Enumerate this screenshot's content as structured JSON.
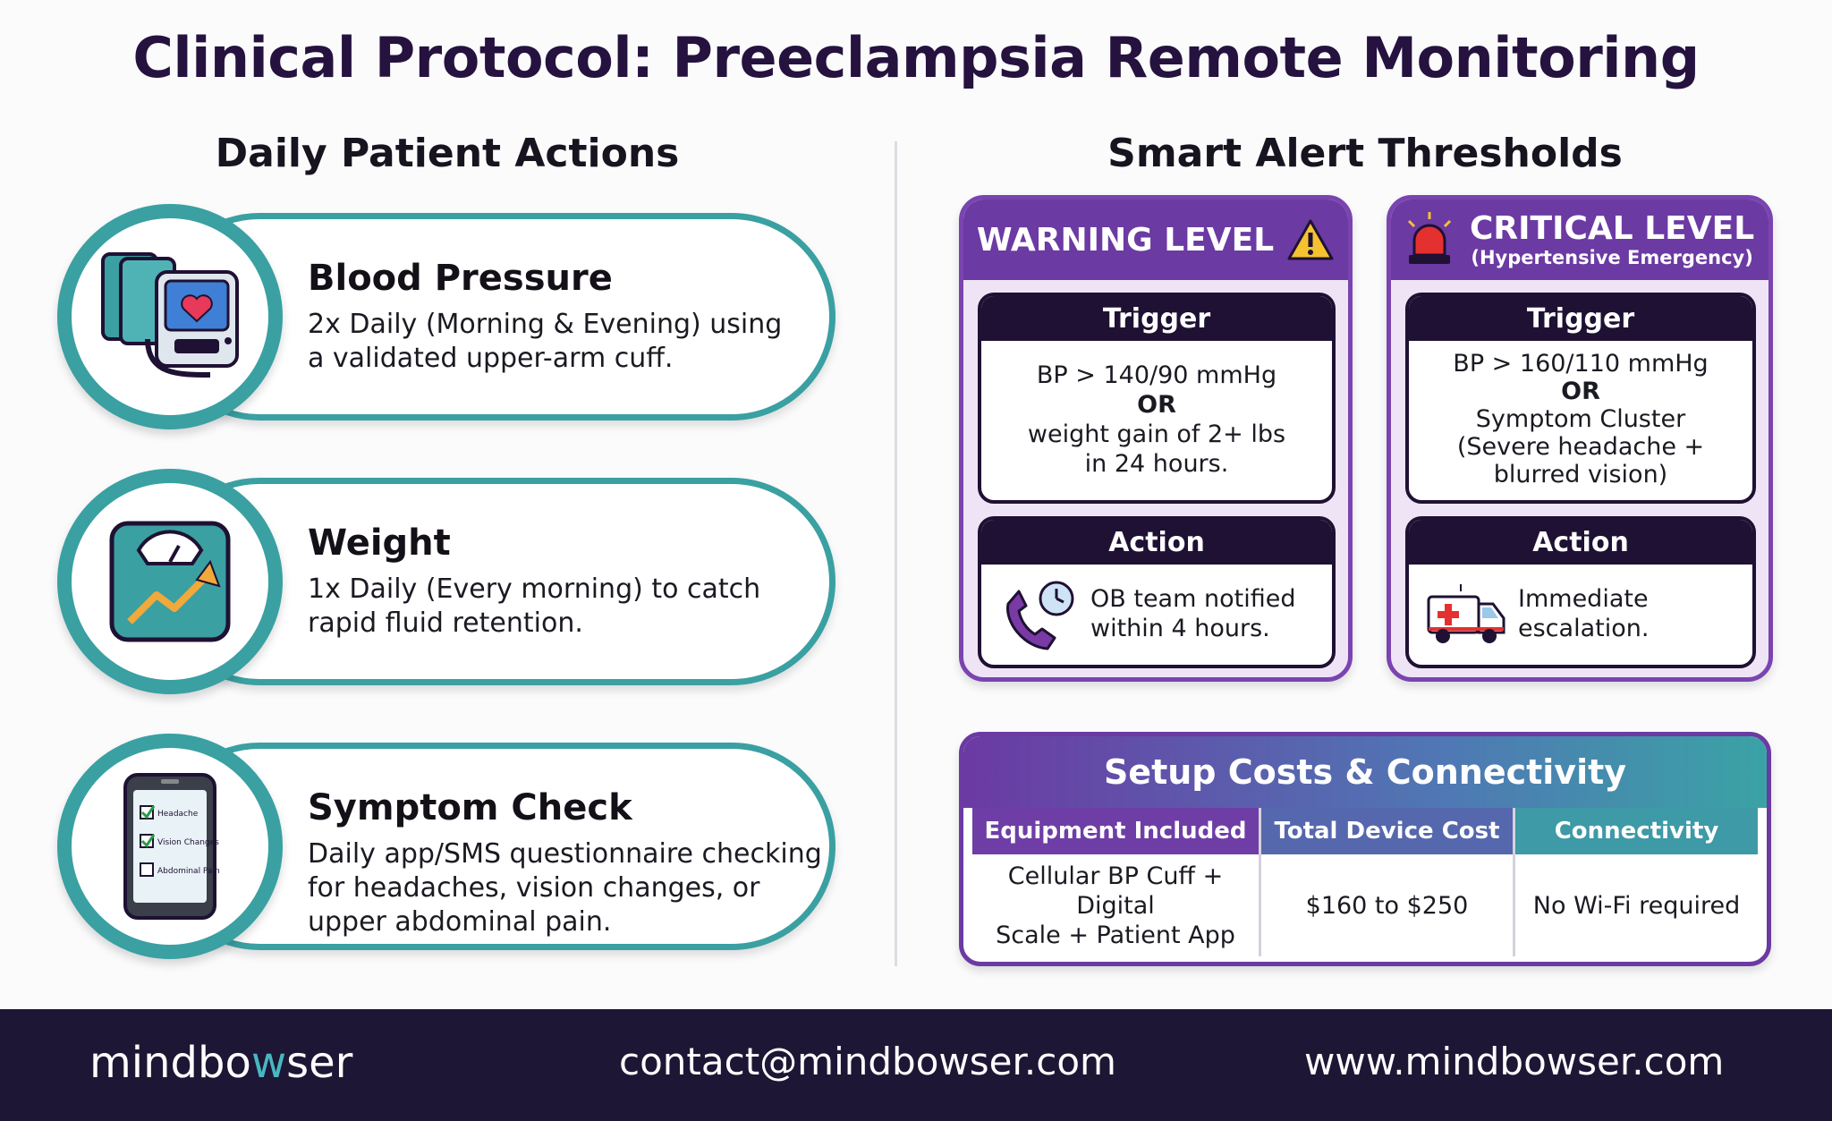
{
  "title": "Clinical Protocol: Preeclampsia Remote Monitoring",
  "left_heading": "Daily Patient Actions",
  "right_heading": "Smart Alert Thresholds",
  "actions": [
    {
      "title": "Blood Pressure",
      "icon": "blood-pressure-monitor-icon",
      "desc_line1": "2x Daily (Morning & Evening) using",
      "desc_line2": "a validated upper-arm cuff."
    },
    {
      "title": "Weight",
      "icon": "scale-trend-icon",
      "desc_line1": "1x Daily (Every morning) to catch",
      "desc_line2": "rapid fluid retention."
    },
    {
      "title": "Symptom Check",
      "icon": "phone-checklist-icon",
      "desc_line1": "Daily app/SMS questionnaire checking",
      "desc_line2": "for headaches, vision changes, or",
      "desc_line3": "upper abdominal pain.",
      "checklist": [
        "Headache",
        "Vision Changes",
        "Abdominal Pain"
      ]
    }
  ],
  "warning": {
    "label": "WARNING LEVEL",
    "trigger_head": "Trigger",
    "trigger_line1": "BP > 140/90 mmHg",
    "trigger_or": "OR",
    "trigger_line2": "weight gain of 2+ lbs",
    "trigger_line3": "in 24 hours.",
    "action_head": "Action",
    "action_line1": "OB team notified",
    "action_line2": "within 4 hours."
  },
  "critical": {
    "label": "CRITICAL LEVEL",
    "sublabel": "(Hypertensive Emergency)",
    "trigger_head": "Trigger",
    "trigger_line1": "BP > 160/110 mmHg",
    "trigger_or": "OR",
    "trigger_line2": "Symptom Cluster",
    "trigger_line3": "(Severe headache +",
    "trigger_line4": "blurred vision)",
    "action_head": "Action",
    "action_line1": "Immediate",
    "action_line2": "escalation."
  },
  "setup": {
    "heading": "Setup Costs & Connectivity",
    "columns": [
      {
        "header": "Equipment Included",
        "value_line1": "Cellular BP Cuff + Digital",
        "value_line2": "Scale + Patient App"
      },
      {
        "header": "Total Device Cost",
        "value_line1": "$160 to $250",
        "value_line2": ""
      },
      {
        "header": "Connectivity",
        "value_line1": "No Wi-Fi required",
        "value_line2": ""
      }
    ]
  },
  "footer": {
    "logo_pre": "mindbo",
    "logo_accent": "w",
    "logo_post": "ser",
    "email": "contact@mindbowser.com",
    "website": "www.mindbowser.com"
  },
  "colors": {
    "teal": "#3aa0a2",
    "purple": "#6b3aa3",
    "dark_navy": "#1f1133",
    "footer_bg": "#1d1634"
  }
}
